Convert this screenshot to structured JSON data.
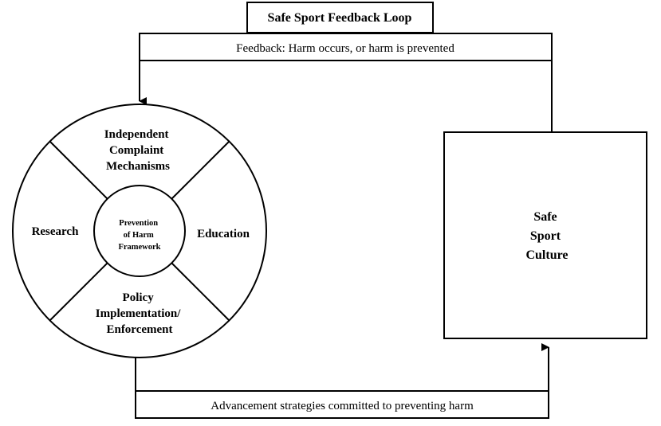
{
  "title": "Safe Sport Feedback Loop",
  "feedback_label": "Feedback: Harm occurs, or harm is prevented",
  "advancement_label": "Advancement strategies committed to preventing harm",
  "wheel": {
    "center": [
      "Prevention",
      "of Harm",
      "Framework"
    ],
    "top": [
      "Independent",
      "Complaint",
      "Mechanisms"
    ],
    "left": [
      "Research"
    ],
    "right": [
      "Education"
    ],
    "bottom": [
      "Policy",
      "Implementation/",
      "Enforcement"
    ]
  },
  "culture_box": [
    "Safe",
    "Sport",
    "Culture"
  ]
}
